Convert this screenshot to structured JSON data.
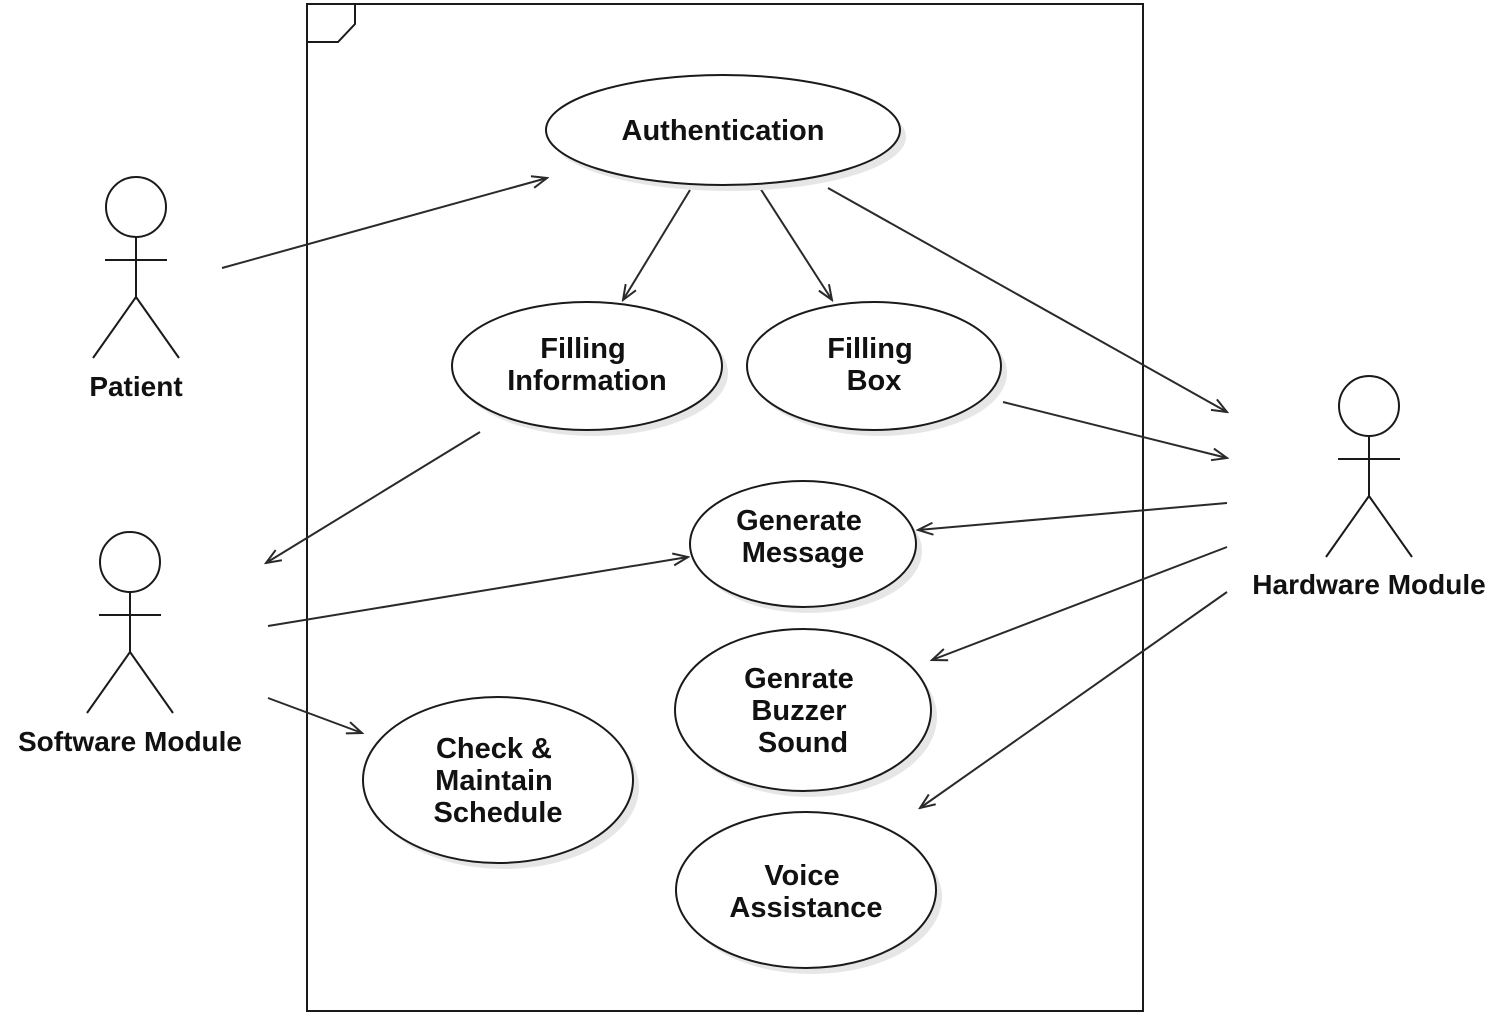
{
  "actors": [
    {
      "id": "patient",
      "label": "Patient"
    },
    {
      "id": "software",
      "label": "Software Module"
    },
    {
      "id": "hardware",
      "label": "Hardware Module"
    }
  ],
  "use_cases": [
    {
      "id": "authentication",
      "lines": [
        "Authentication"
      ]
    },
    {
      "id": "filling-information",
      "lines": [
        "Filling",
        "Information"
      ]
    },
    {
      "id": "filling-box",
      "lines": [
        "Filling",
        "Box"
      ]
    },
    {
      "id": "generate-message",
      "lines": [
        "Generate",
        "Message"
      ]
    },
    {
      "id": "genrate-buzzer-sound",
      "lines": [
        "Genrate",
        "Buzzer",
        "Sound"
      ]
    },
    {
      "id": "check-maintain-schedule",
      "lines": [
        "Check &",
        "Maintain",
        "Schedule"
      ]
    },
    {
      "id": "voice-assistance",
      "lines": [
        "Voice",
        "Assistance"
      ]
    }
  ],
  "relations": [
    {
      "from": "patient",
      "to": "authentication"
    },
    {
      "from": "authentication",
      "to": "filling-information"
    },
    {
      "from": "authentication",
      "to": "filling-box"
    },
    {
      "from": "authentication",
      "to": "hardware"
    },
    {
      "from": "filling-box",
      "to": "hardware"
    },
    {
      "from": "filling-information",
      "to": "software"
    },
    {
      "from": "hardware",
      "to": "generate-message"
    },
    {
      "from": "software",
      "to": "generate-message"
    },
    {
      "from": "hardware",
      "to": "genrate-buzzer-sound"
    },
    {
      "from": "hardware",
      "to": "voice-assistance"
    },
    {
      "from": "software",
      "to": "check-maintain-schedule"
    }
  ]
}
